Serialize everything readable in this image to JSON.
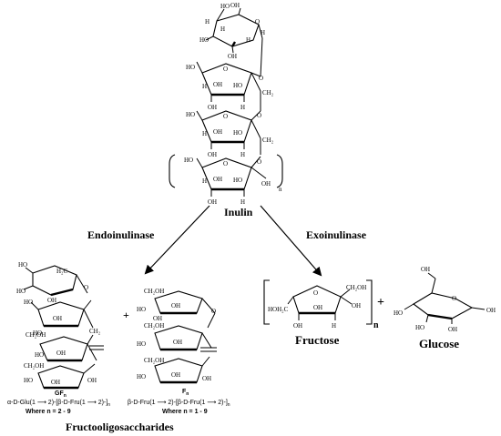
{
  "diagram": {
    "polymer": {
      "name": "Inulin",
      "repeat_subscript": "n"
    },
    "enzymes": {
      "left": "Endoinulinase",
      "right": "Exoinulinase"
    },
    "left_products": {
      "caption": "Fructooligosaccharides",
      "gf": {
        "symbol": "GF",
        "symbol_subscript": "n",
        "formula": "α-D-Glu(1 ⟶ 2)-[β-D-Fru(1 ⟶ 2)-]",
        "formula_subscript": "n",
        "range": "Where n = 2 - 9"
      },
      "plus": "+",
      "f": {
        "symbol": "F",
        "symbol_subscript": "n",
        "formula": "β-D-Fru(1 ⟶ 2)-[β-D-Fru(1 ⟶ 2)-]",
        "formula_subscript": "n",
        "range": "Where n = 1 - 9"
      }
    },
    "right_products": {
      "fructose": {
        "name": "Fructose",
        "repeat_subscript": "n"
      },
      "plus": "+",
      "glucose": {
        "name": "Glucose"
      }
    },
    "atom_labels": {
      "OH": "OH",
      "HO": "HO",
      "H": "H",
      "O": "O",
      "CH2": "CH₂",
      "CH2OH": "CH₂OH",
      "HOH2C": "HOH₂C",
      "H2C": "H₂C"
    }
  }
}
